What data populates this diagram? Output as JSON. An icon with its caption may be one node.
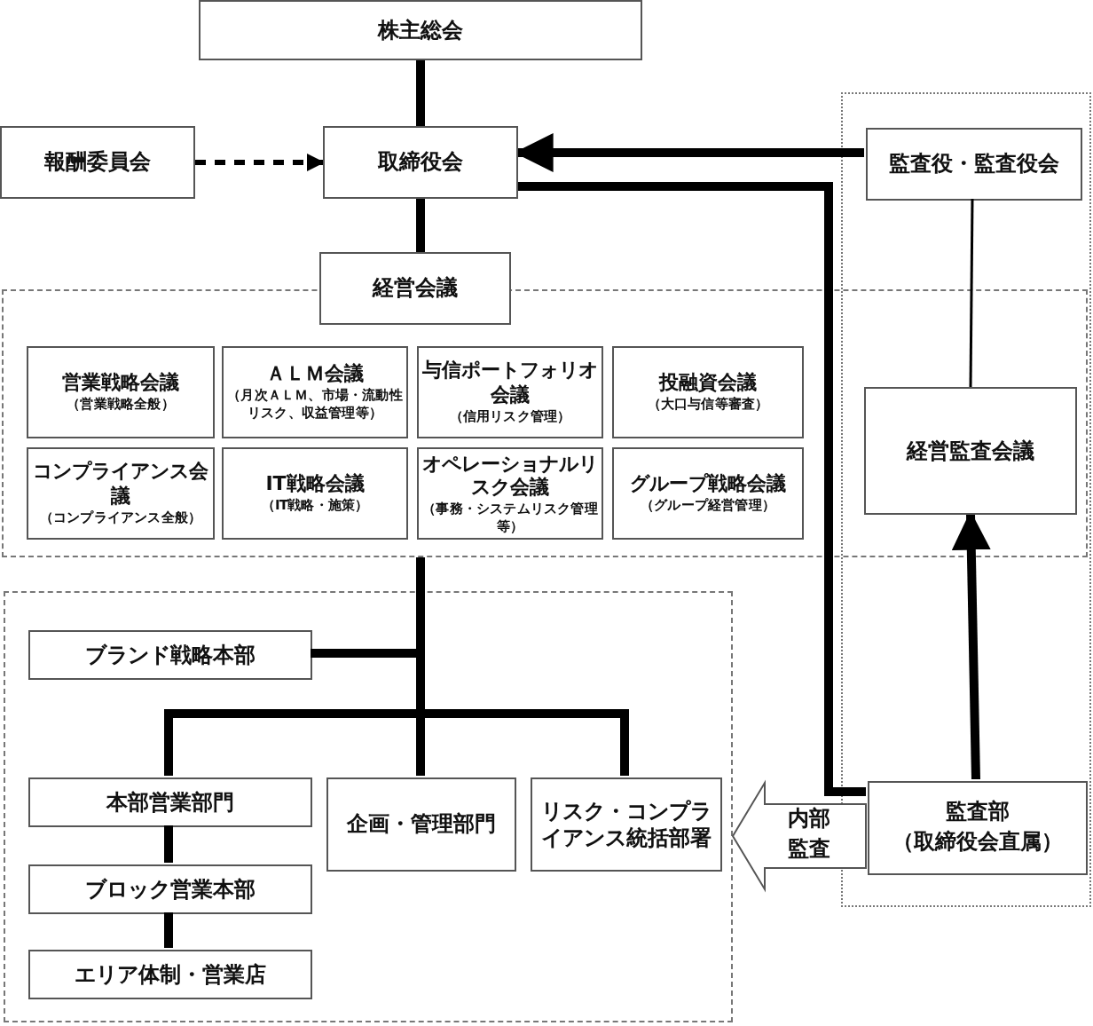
{
  "diagram": {
    "nodes": [
      {
        "text": [
          "株主総会"
        ]
      },
      {
        "text": [
          "報酬委員会"
        ]
      },
      {
        "text": [
          "取締役会"
        ]
      },
      {
        "text": [],
        "shape": "box"
      },
      {
        "text": [
          "監査役・監査役会"
        ],
        "in": 3
      },
      {
        "text": [],
        "shape": "box"
      },
      {
        "text": [
          "経営会議"
        ]
      },
      {
        "text": [
          "営業戦略会議",
          "（営業戦略全般）"
        ],
        "in": 5
      },
      {
        "text": [
          "ＡＬＭ会議",
          "（月次ＡＬＭ、市場・流動性リスク、収益管理等）"
        ],
        "in": 5
      },
      {
        "text": [
          "与信ポートフォリオ会議",
          "（信用リスク管理）"
        ],
        "in": 5
      },
      {
        "text": [
          "投融資会議",
          "（大口与信等審査）"
        ],
        "in": 5
      },
      {
        "text": [
          "コンプライアンス会議",
          "（コンプライアンス全般）"
        ],
        "in": 5
      },
      {
        "text": [
          "IT戦略会議",
          "（IT戦略・施策）"
        ],
        "in": 5
      },
      {
        "text": [
          "オペレーショナルリスク会議",
          "（事務・システムリスク管理等）"
        ],
        "in": 5
      },
      {
        "text": [
          "グループ戦略会議",
          "（グループ経営管理）"
        ],
        "in": 5
      },
      {
        "text": [
          "経営監査会議"
        ]
      },
      {
        "text": [],
        "shape": "box"
      },
      {
        "text": [
          "ブランド戦略本部"
        ],
        "in": 16
      },
      {
        "text": [
          "本部営業部門"
        ],
        "in": 16
      },
      {
        "text": [
          "企画・管理部門"
        ],
        "in": 16
      },
      {
        "text": [
          "リスク・コンプライアンス統括部署"
        ],
        "in": 16
      },
      {
        "text": [
          "ブロック営業本部"
        ],
        "in": 16
      },
      {
        "text": [
          "エリア体制・営業店"
        ],
        "in": 16
      },
      {
        "text": [
          "監査部",
          "（取締役会直属）"
        ],
        "in": 3
      }
    ],
    "edges": [
      {
        "from": 0,
        "to": 2,
        "arrow": "none"
      },
      {
        "from": 1,
        "to": 2,
        "arrow": "to",
        "style": "dashed"
      },
      {
        "from": 4,
        "to": 2,
        "arrow": "to"
      },
      {
        "from": 2,
        "to": 23,
        "arrow": "none"
      },
      {
        "from": 2,
        "to": 6,
        "arrow": "none"
      },
      {
        "from": 4,
        "to": 15,
        "arrow": "none"
      },
      {
        "from": 23,
        "to": 15,
        "arrow": "to"
      },
      {
        "from": 5,
        "to": 17,
        "arrow": "none"
      },
      {
        "from": 5,
        "to": 18,
        "arrow": "none"
      },
      {
        "from": 5,
        "to": 19,
        "arrow": "none"
      },
      {
        "from": 5,
        "to": 20,
        "arrow": "none"
      },
      {
        "from": 18,
        "to": 21,
        "arrow": "none"
      },
      {
        "from": 21,
        "to": 22,
        "arrow": "none"
      },
      {
        "from": 23,
        "to": 16,
        "arrow": "to",
        "label": "内部監査"
      }
    ]
  }
}
